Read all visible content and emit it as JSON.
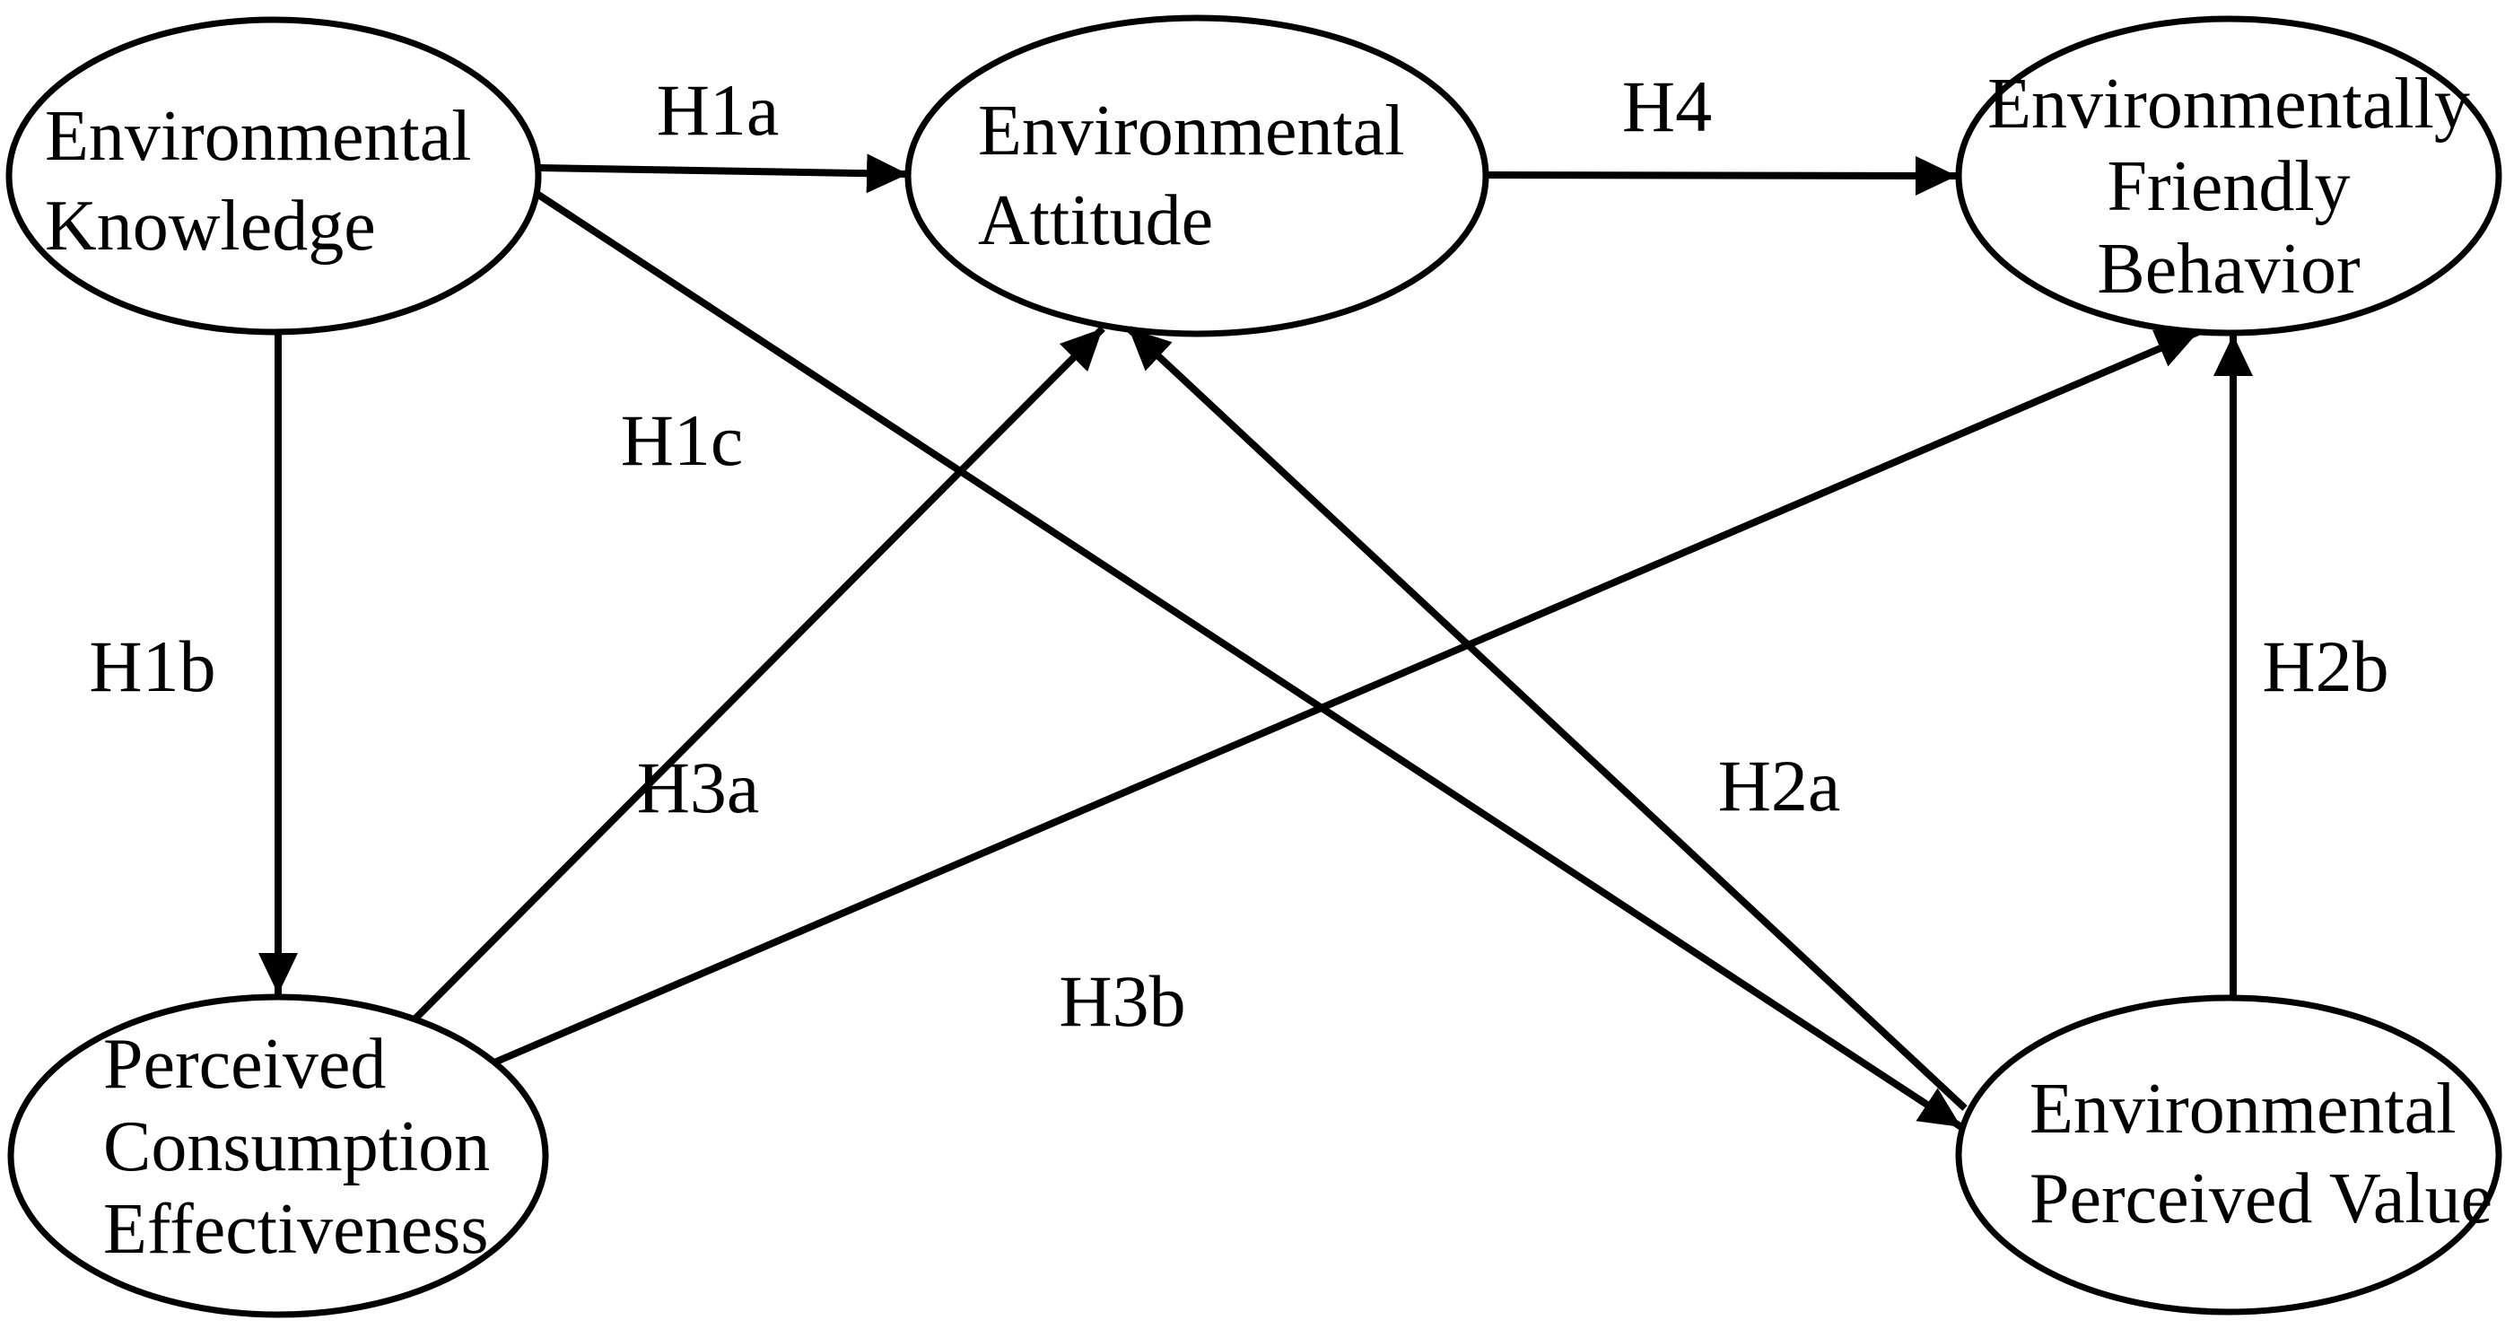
{
  "figure": {
    "type": "path-diagram",
    "background_color": "#ffffff",
    "ink_color": "#000000",
    "shape": "ellipse-nodes-with-arrow-edges"
  },
  "nodes": {
    "environmental_knowledge": {
      "label": "Environmental Knowledge",
      "lines": [
        "Environmental",
        "Knowledge"
      ]
    },
    "environmental_attitude": {
      "label": "Environmental Attitude",
      "lines": [
        "Environmental",
        "Attitude"
      ]
    },
    "environmentally_friendly_behavior": {
      "label": "Environmentally Friendly Behavior",
      "lines": [
        "Environmentally",
        "Friendly",
        "Behavior"
      ]
    },
    "perceived_consumption_effectiveness": {
      "label": "Perceived Consumption Effectiveness",
      "lines": [
        "Perceived",
        "Consumption",
        "Effectiveness"
      ]
    },
    "environmental_perceived_value": {
      "label": "Environmental Perceived Value",
      "lines": [
        "Environmental",
        "Perceived Value"
      ]
    }
  },
  "edges": [
    {
      "id": "H1a",
      "label": "H1a",
      "from": "Environmental Knowledge",
      "to": "Environmental Attitude"
    },
    {
      "id": "H1b",
      "label": "H1b",
      "from": "Environmental Knowledge",
      "to": "Perceived Consumption Effectiveness"
    },
    {
      "id": "H1c",
      "label": "H1c",
      "from": "Environmental Knowledge",
      "to": "Environmental Perceived Value"
    },
    {
      "id": "H2a",
      "label": "H2a",
      "from": "Environmental Perceived Value",
      "to": "Environmental Attitude"
    },
    {
      "id": "H2b",
      "label": "H2b",
      "from": "Environmental Perceived Value",
      "to": "Environmentally Friendly Behavior"
    },
    {
      "id": "H3a",
      "label": "H3a",
      "from": "Perceived Consumption Effectiveness",
      "to": "Environmental Attitude"
    },
    {
      "id": "H3b",
      "label": "H3b",
      "from": "Perceived Consumption Effectiveness",
      "to": "Environmentally Friendly Behavior"
    },
    {
      "id": "H4",
      "label": "H4",
      "from": "Environmental Attitude",
      "to": "Environmentally Friendly Behavior"
    }
  ]
}
